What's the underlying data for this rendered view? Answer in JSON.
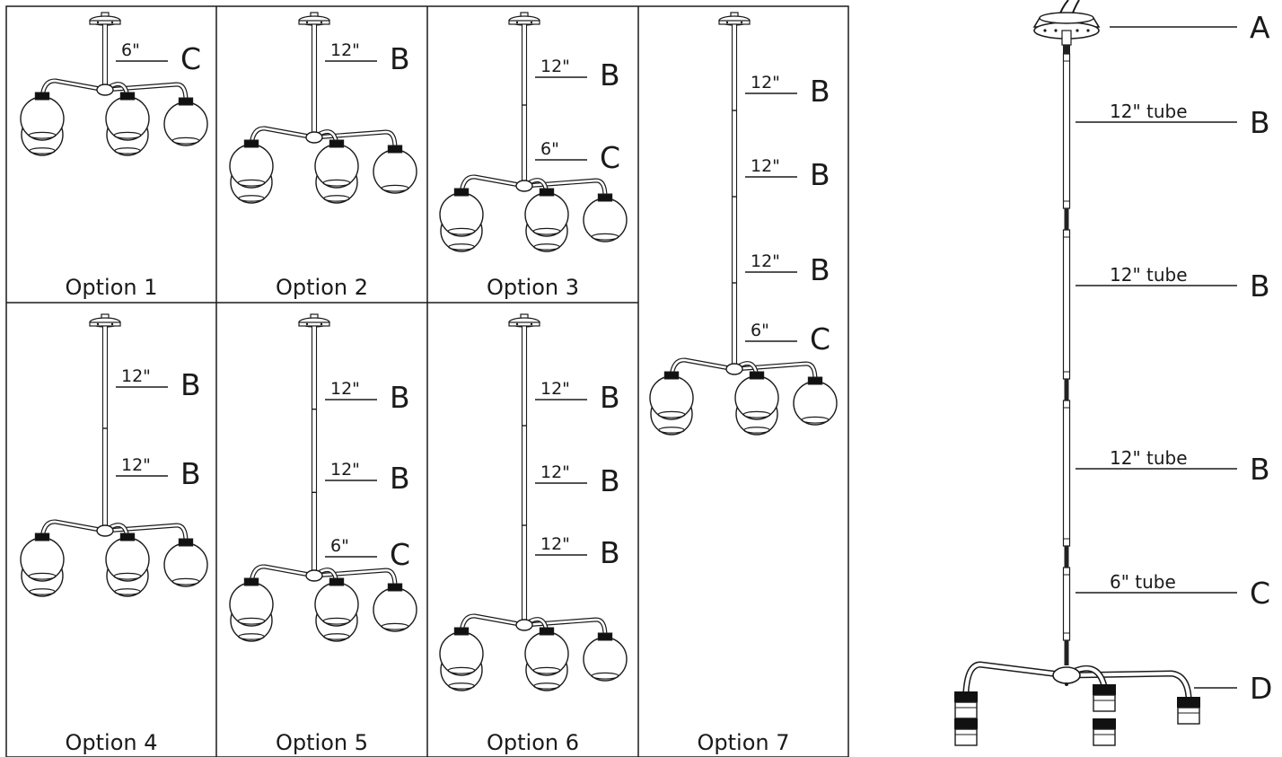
{
  "options": [
    {
      "label": "Option 1",
      "segments": [
        {
          "length": "6\"",
          "letter": "C"
        }
      ]
    },
    {
      "label": "Option 2",
      "segments": [
        {
          "length": "12\"",
          "letter": "B"
        }
      ]
    },
    {
      "label": "Option 3",
      "segments": [
        {
          "length": "12\"",
          "letter": "B"
        },
        {
          "length": "6\"",
          "letter": "C"
        }
      ]
    },
    {
      "label": "Option 4",
      "segments": [
        {
          "length": "12\"",
          "letter": "B"
        },
        {
          "length": "12\"",
          "letter": "B"
        }
      ]
    },
    {
      "label": "Option 5",
      "segments": [
        {
          "length": "12\"",
          "letter": "B"
        },
        {
          "length": "12\"",
          "letter": "B"
        },
        {
          "length": "6\"",
          "letter": "C"
        }
      ]
    },
    {
      "label": "Option 6",
      "segments": [
        {
          "length": "12\"",
          "letter": "B"
        },
        {
          "length": "12\"",
          "letter": "B"
        },
        {
          "length": "12\"",
          "letter": "B"
        }
      ]
    },
    {
      "label": "Option 7",
      "segments": [
        {
          "length": "12\"",
          "letter": "B"
        },
        {
          "length": "12\"",
          "letter": "B"
        },
        {
          "length": "12\"",
          "letter": "B"
        },
        {
          "length": "6\"",
          "letter": "C"
        }
      ]
    }
  ],
  "exploded": {
    "parts": [
      {
        "label": "",
        "letter": "A"
      },
      {
        "label": "12\" tube",
        "letter": "B"
      },
      {
        "label": "12\" tube",
        "letter": "B"
      },
      {
        "label": "12\" tube",
        "letter": "B"
      },
      {
        "label": "6\" tube",
        "letter": "C"
      },
      {
        "label": "",
        "letter": "D"
      }
    ]
  }
}
